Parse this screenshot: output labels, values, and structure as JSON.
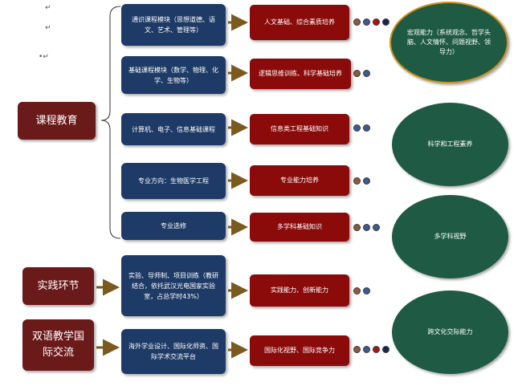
{
  "marks": [
    "↵",
    "↵",
    "•↵"
  ],
  "left_categories": [
    {
      "label": "课程教育"
    },
    {
      "label": "实践环节"
    },
    {
      "label": "双语教学国际交流"
    }
  ],
  "modules": [
    {
      "label": "通识课程模块（思想道德、语文、艺术、管理等）"
    },
    {
      "label": "基础课程模块（数学、物理、化学、生物等）"
    },
    {
      "label": "计算机、电子、信息基础课程"
    },
    {
      "label": "专业方向：生物医学工程"
    },
    {
      "label": "专业选修"
    },
    {
      "label": "实验、导师制、项目训练（教研结合，依托武汉光电国家实验室，占总学时43%）"
    },
    {
      "label": "海外学业设计、国际化师资、国际学术交流平台"
    }
  ],
  "outcomes": [
    {
      "label": "人文基础、综合素质培养"
    },
    {
      "label": "逻辑思维训练、科学基础培养"
    },
    {
      "label": "信息类工程基础知识"
    },
    {
      "label": "专业能力培养"
    },
    {
      "label": "多学科基础知识"
    },
    {
      "label": "实践能力、创新能力"
    },
    {
      "label": "国际化视野、国际竞争力"
    }
  ],
  "abilities": [
    {
      "label": "宏观能力（系统观念、哲学头脑、人文情怀、问题视野、领导力）"
    },
    {
      "label": "科学和工程素养"
    },
    {
      "label": "多学科视野"
    },
    {
      "label": "跨文化交际能力"
    }
  ],
  "colors": {
    "category_fill": "#6b1a1a",
    "module_fill": "#1e3a66",
    "outcome_fill": "#8b0b0b",
    "ability_fill": "#1e5a44",
    "ability_outline": "#d18f1a",
    "arrow": "#7a5a1e"
  }
}
